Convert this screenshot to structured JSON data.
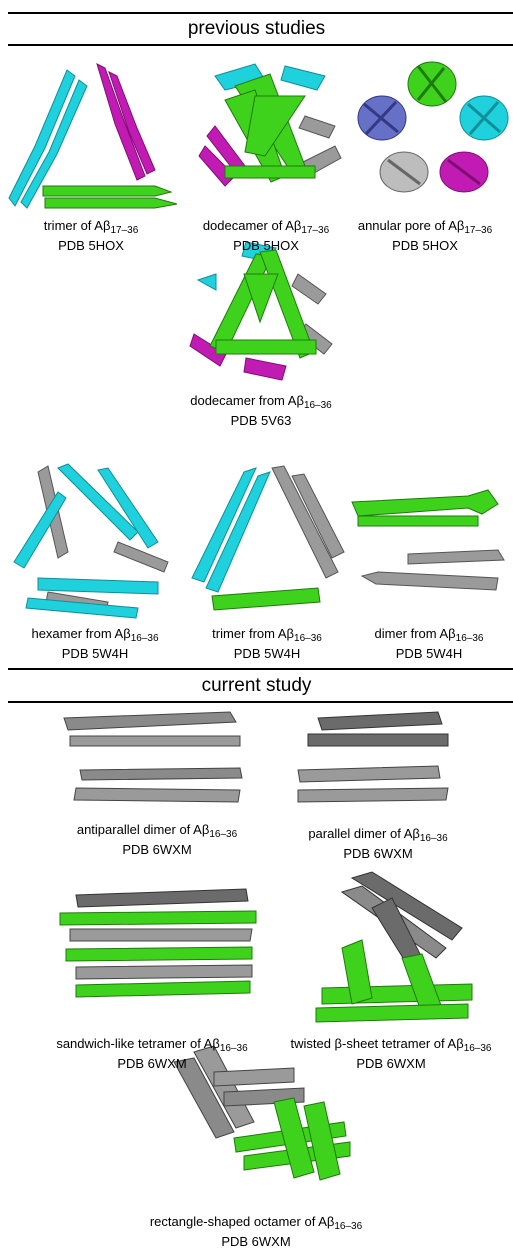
{
  "sections": {
    "previous": "previous studies",
    "current": "current study"
  },
  "colors": {
    "cyan": "#1fd0dd",
    "magenta": "#c21bb4",
    "green": "#3fd21c",
    "gray": "#9a9a9a",
    "darkgray": "#5c5c5c",
    "blue": "#6670c6"
  },
  "panels": [
    {
      "name": "trimer-17-36",
      "line1_prefix": "trimer of Aβ",
      "line1_sub": "17–36",
      "line2": "PDB  5HOX"
    },
    {
      "name": "dodecamer-17-36",
      "line1_prefix": "dodecamer of Aβ",
      "line1_sub": "17–36",
      "line2": "PDB  5HOX"
    },
    {
      "name": "annular-pore-17-36",
      "line1_prefix": "annular pore of Aβ",
      "line1_sub": "17–36",
      "line2": "PDB  5HOX"
    },
    {
      "name": "dodecamer-16-36",
      "line1_prefix": "dodecamer from Aβ",
      "line1_sub": "16–36",
      "line2": "PDB  5V63"
    },
    {
      "name": "hexamer-16-36",
      "line1_prefix": "hexamer from Aβ",
      "line1_sub": "16–36",
      "line2": "PDB  5W4H"
    },
    {
      "name": "trimer-16-36",
      "line1_prefix": "trimer from Aβ",
      "line1_sub": "16–36",
      "line2": "PDB  5W4H"
    },
    {
      "name": "dimer-16-36",
      "line1_prefix": "dimer from Aβ",
      "line1_sub": "16–36",
      "line2": "PDB  5W4H"
    },
    {
      "name": "antiparallel-dimer",
      "line1_prefix": "antiparallel dimer of Aβ",
      "line1_sub": "16–36",
      "line2": "PDB  6WXM"
    },
    {
      "name": "parallel-dimer",
      "line1_prefix": "parallel dimer of Aβ",
      "line1_sub": "16–36",
      "line2": "PDB  6WXM"
    },
    {
      "name": "sandwich-tetramer",
      "line1_prefix": "sandwich-like tetramer of Aβ",
      "line1_sub": "16–36",
      "line2": "PDB  6WXM"
    },
    {
      "name": "twisted-tetramer",
      "line1_prefix": "twisted β-sheet tetramer of Aβ",
      "line1_sub": "16–36",
      "line2": "PDB  6WXM"
    },
    {
      "name": "rectangle-octamer",
      "line1_prefix": "rectangle-shaped octamer of Aβ",
      "line1_sub": "16–36",
      "line2": "PDB  6WXM"
    }
  ]
}
